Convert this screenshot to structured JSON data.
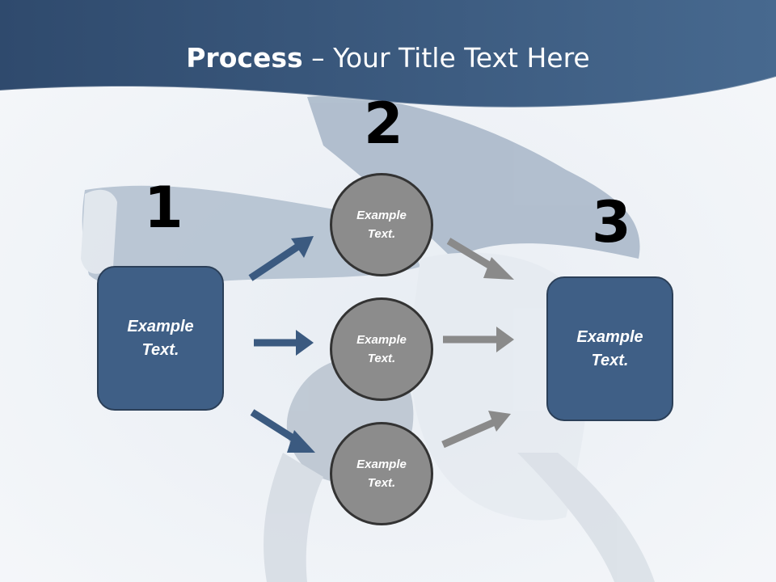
{
  "slide": {
    "title_bold": "Process",
    "title_rest": " – Your Title Text Here",
    "colors": {
      "header": "#3b5a80",
      "box_fill": "#3f5f86",
      "circle_fill": "#8c8c8c",
      "arrow_blue": "#3b5a80",
      "arrow_gray": "#8a8a8a"
    },
    "background_image": "breakdancer-photo"
  },
  "steps": {
    "one": "1",
    "two": "2",
    "three": "3"
  },
  "left_box": {
    "line1": "Example",
    "line2": "Text."
  },
  "right_box": {
    "line1": "Example",
    "line2": "Text."
  },
  "circles": [
    {
      "line1": "Example",
      "line2": "Text."
    },
    {
      "line1": "Example",
      "line2": "Text."
    },
    {
      "line1": "Example",
      "line2": "Text."
    }
  ]
}
